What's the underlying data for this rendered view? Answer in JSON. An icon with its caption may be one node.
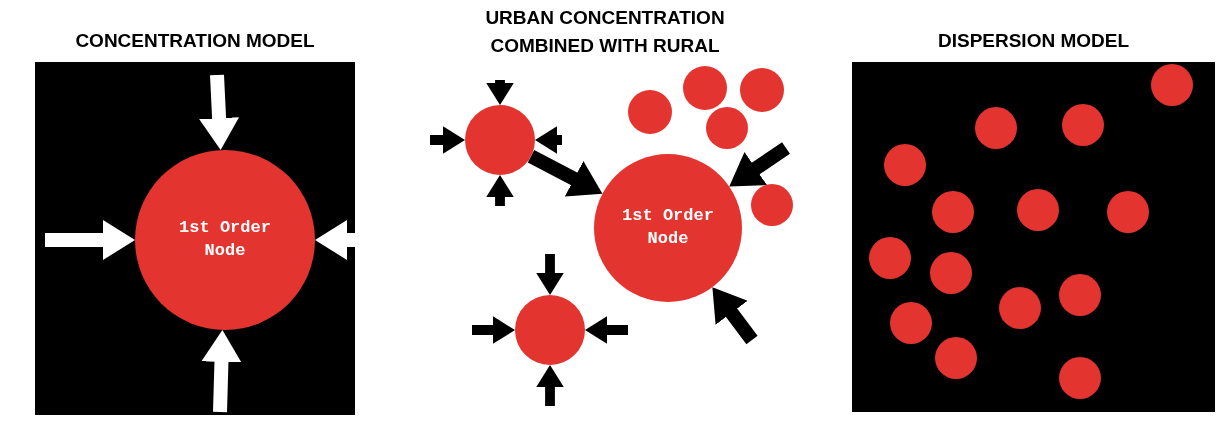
{
  "diagram": {
    "nodes": [
      {
        "text": [
          "CONCENTRATION MODEL"
        ]
      },
      {
        "text": [
          "1st Order Node"
        ],
        "in": 0
      },
      {
        "text": [],
        "shape": "circle"
      },
      {
        "text": [],
        "shape": "circle"
      },
      {
        "text": [],
        "shape": "circle"
      },
      {
        "text": [],
        "shape": "circle"
      },
      {
        "text": [],
        "shape": "circle"
      },
      {
        "text": [
          "1st Order Node"
        ]
      },
      {
        "text": [],
        "shape": "circle"
      },
      {
        "text": [],
        "shape": "circle"
      },
      {
        "text": [
          "DISPERSION MODEL"
        ]
      },
      {
        "text": [],
        "shape": "circle",
        "in": 10
      },
      {
        "text": [],
        "shape": "circle",
        "in": 10
      },
      {
        "text": [],
        "shape": "circle",
        "in": 10
      },
      {
        "text": [],
        "shape": "circle",
        "in": 10
      },
      {
        "text": [],
        "shape": "circle",
        "in": 10
      },
      {
        "text": [],
        "shape": "circle",
        "in": 10
      },
      {
        "text": [],
        "shape": "circle",
        "in": 10
      },
      {
        "text": [],
        "shape": "circle",
        "in": 10
      },
      {
        "text": [],
        "shape": "circle",
        "in": 10
      },
      {
        "text": [],
        "shape": "circle",
        "in": 10
      },
      {
        "text": [],
        "shape": "circle",
        "in": 10
      },
      {
        "text": [],
        "shape": "circle",
        "in": 10
      },
      {
        "text": [],
        "shape": "circle",
        "in": 10
      },
      {
        "text": [],
        "shape": "circle",
        "in": 10
      }
    ],
    "edges": [
      {
        "from": null,
        "to": 1,
        "arrow": "to",
        "color": "#ffffff"
      },
      {
        "from": null,
        "to": 1,
        "arrow": "to",
        "color": "#ffffff"
      },
      {
        "from": null,
        "to": 1,
        "arrow": "to",
        "color": "#ffffff"
      },
      {
        "from": null,
        "to": 1,
        "arrow": "to",
        "color": "#ffffff"
      },
      {
        "from": null,
        "to": 2,
        "arrow": "to"
      },
      {
        "from": null,
        "to": 2,
        "arrow": "to"
      },
      {
        "from": null,
        "to": 2,
        "arrow": "to"
      },
      {
        "from": null,
        "to": 2,
        "arrow": "to"
      },
      {
        "from": 2,
        "to": 7,
        "arrow": "to"
      },
      {
        "from": null,
        "to": 7,
        "arrow": "to"
      },
      {
        "from": null,
        "to": 7,
        "arrow": "to"
      },
      {
        "from": null,
        "to": 9,
        "arrow": "to"
      },
      {
        "from": null,
        "to": 9,
        "arrow": "to"
      },
      {
        "from": null,
        "to": 9,
        "arrow": "to"
      },
      {
        "from": null,
        "to": 9,
        "arrow": "to"
      }
    ],
    "labels": [
      "URBAN CONCENTRATION COMBINED WITH RURAL"
    ]
  }
}
